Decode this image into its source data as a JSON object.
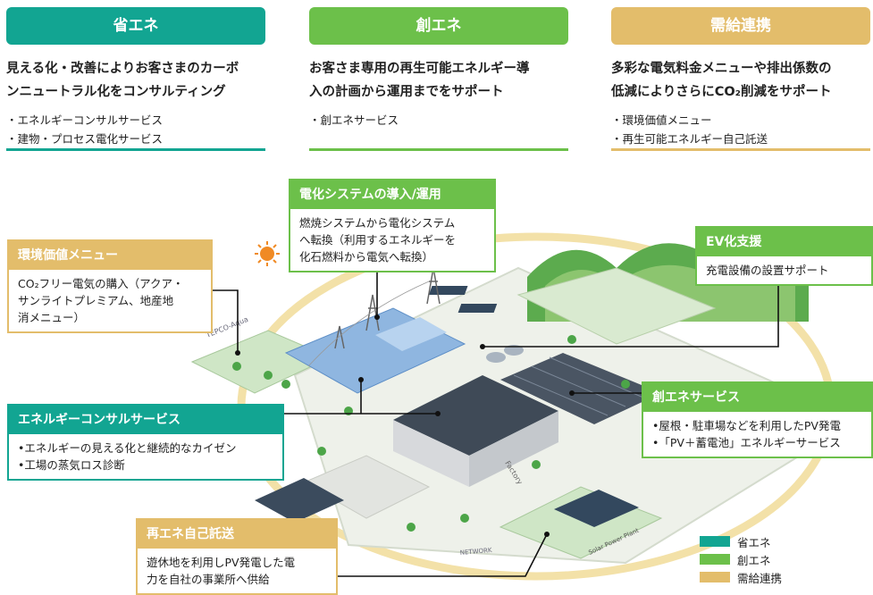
{
  "columns": [
    {
      "header": "省エネ",
      "lead_lines": [
        "見える化・改善によりお客さまのカーボ",
        "ンニュートラル化をコンサルティング"
      ],
      "items": [
        "・エネルギーコンサルサービス",
        "・建物・プロセス電化サービス"
      ]
    },
    {
      "header": "創エネ",
      "lead_lines": [
        "お客さま専用の再生可能エネルギー導",
        "入の計画から運用までをサポート"
      ],
      "items": [
        "・創エネサービス"
      ]
    },
    {
      "header": "需給連携",
      "lead_lines": [
        "多彩な電気料金メニューや排出係数の",
        "低減によりさらにCO₂削減をサポート"
      ],
      "items": [
        "・環境価値メニュー",
        "・再生可能エネルギー自己託送"
      ]
    }
  ],
  "callouts": {
    "electrification": {
      "title": "電化システムの導入/運用",
      "lines": [
        "燃焼システムから電化システム",
        "へ転換（利用するエネルギーを",
        "化石燃料から電気へ転換）"
      ]
    },
    "env_value": {
      "title": "環境価値メニュー",
      "lines": [
        "CO₂フリー電気の購入（アクア・",
        "サンライトプレミアム、地産地",
        "消メニュー）"
      ]
    },
    "ev": {
      "title": "EV化支援",
      "lines": [
        "充電設備の設置サポート"
      ]
    },
    "energy_consult": {
      "title": "エネルギーコンサルサービス",
      "lines": [
        "•エネルギーの見える化と継続的なカイゼン",
        "•工場の蒸気ロス診断"
      ]
    },
    "souene": {
      "title": "創エネサービス",
      "lines": [
        "•屋根・駐車場などを利用したPV発電",
        "•「PV＋蓄電池」エネルギーサービス"
      ]
    },
    "self_wheeling": {
      "title": "再エネ自己託送",
      "lines": [
        "遊休地を利用しPV発電した電",
        "力を自社の事業所へ供給"
      ]
    }
  },
  "illustration_labels": {
    "tepco": "TEPCO-Aqua",
    "factory": "Factory",
    "network": "NETWORK",
    "solar_plant": "Solar Power Plant"
  },
  "legend": [
    "省エネ",
    "創エネ",
    "需給連携"
  ],
  "colors": {
    "teal": "#12a592",
    "green": "#6cc04a",
    "gold": "#e3bd6b"
  }
}
